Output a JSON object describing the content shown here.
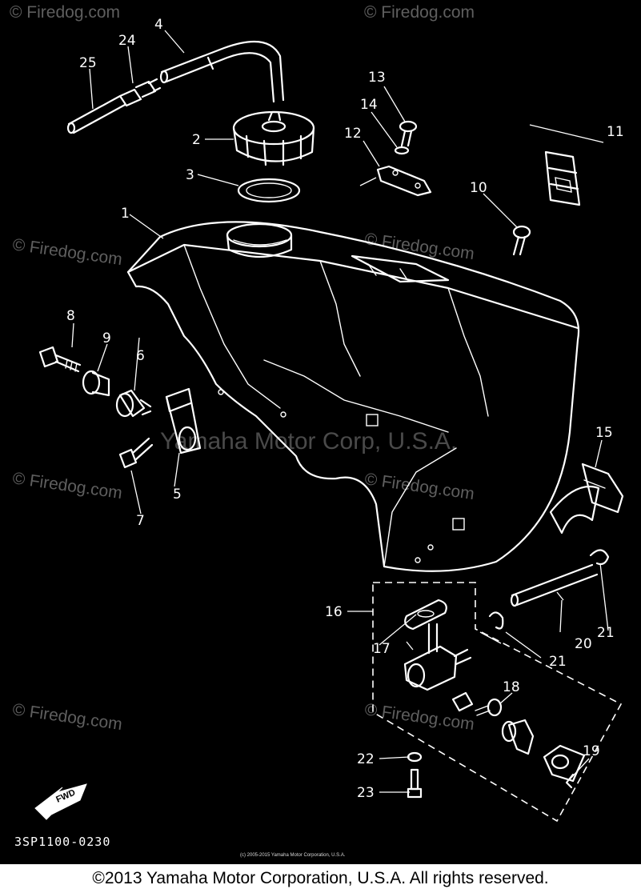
{
  "diagram": {
    "part_code": "3SP1100-0230",
    "fwd_label": "FWD",
    "watermark_site": "© Firedog.com",
    "watermark_center": "Yamaha Motor Corp, U.S.A.",
    "fine_copyright": "(c) 2005-2015 Yamaha Motor Corporation, U.S.A.",
    "callouts": {
      "c1": "1",
      "c2": "2",
      "c3": "3",
      "c4": "4",
      "c5": "5",
      "c6": "6",
      "c7": "7",
      "c8": "8",
      "c9": "9",
      "c10": "10",
      "c11": "11",
      "c12": "12",
      "c13": "13",
      "c14": "14",
      "c15": "15",
      "c16": "16",
      "c17": "17",
      "c18": "18",
      "c19": "19",
      "c20": "20",
      "c21a": "21",
      "c21b": "21",
      "c22": "22",
      "c23": "23",
      "c24": "24",
      "c25": "25"
    }
  },
  "footer": {
    "copyright": "©2013 Yamaha Motor Corporation, U.S.A. All rights reserved."
  }
}
